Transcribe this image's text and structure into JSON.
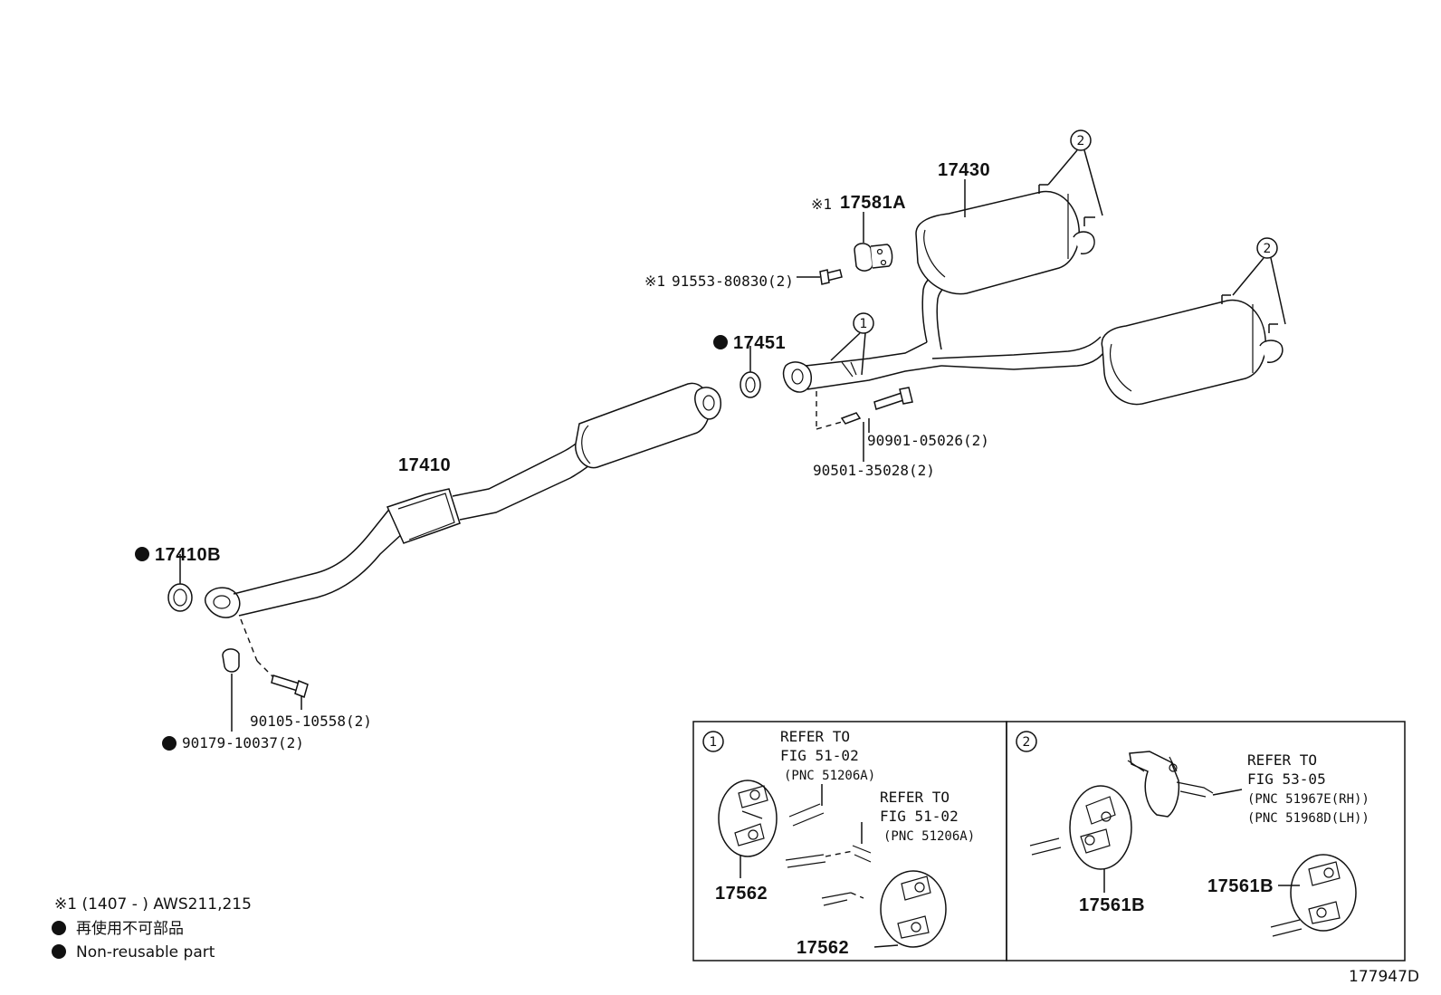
{
  "parts": {
    "p17430": "17430",
    "p17581A": "17581A",
    "p17581A_mark": "※1",
    "p91553": "91553-80830(2)",
    "p91553_mark": "※1",
    "p17451": "17451",
    "p90901": "90901-05026(2)",
    "p90501": "90501-35028(2)",
    "p17410": "17410",
    "p17410B": "17410B",
    "p90105": "90105-10558(2)",
    "p90179": "90179-10037(2)",
    "p17562_a": "17562",
    "p17562_b": "17562",
    "p17561B_a": "17561B",
    "p17561B_b": "17561B"
  },
  "callouts": {
    "c1": "1",
    "c2": "2"
  },
  "detail1": {
    "refer_a_line1": "REFER TO",
    "refer_a_line2": "FIG 51-02",
    "refer_a_line3": "(PNC 51206A)",
    "refer_b_line1": "REFER TO",
    "refer_b_line2": "FIG 51-02",
    "refer_b_line3": "(PNC 51206A)"
  },
  "detail2": {
    "refer_line1": "REFER TO",
    "refer_line2": "FIG 53-05",
    "refer_line3": "(PNC 51967E(RH))",
    "refer_line4": "(PNC 51968D(LH))"
  },
  "notes": {
    "applicability": "※1 (1407 -        ) AWS211,215",
    "nonreusable_jp": "再使用不可部品",
    "nonreusable_en": "Non-reusable part"
  },
  "figure_id": "177947D",
  "colors": {
    "ink": "#111111",
    "paper": "#ffffff"
  }
}
